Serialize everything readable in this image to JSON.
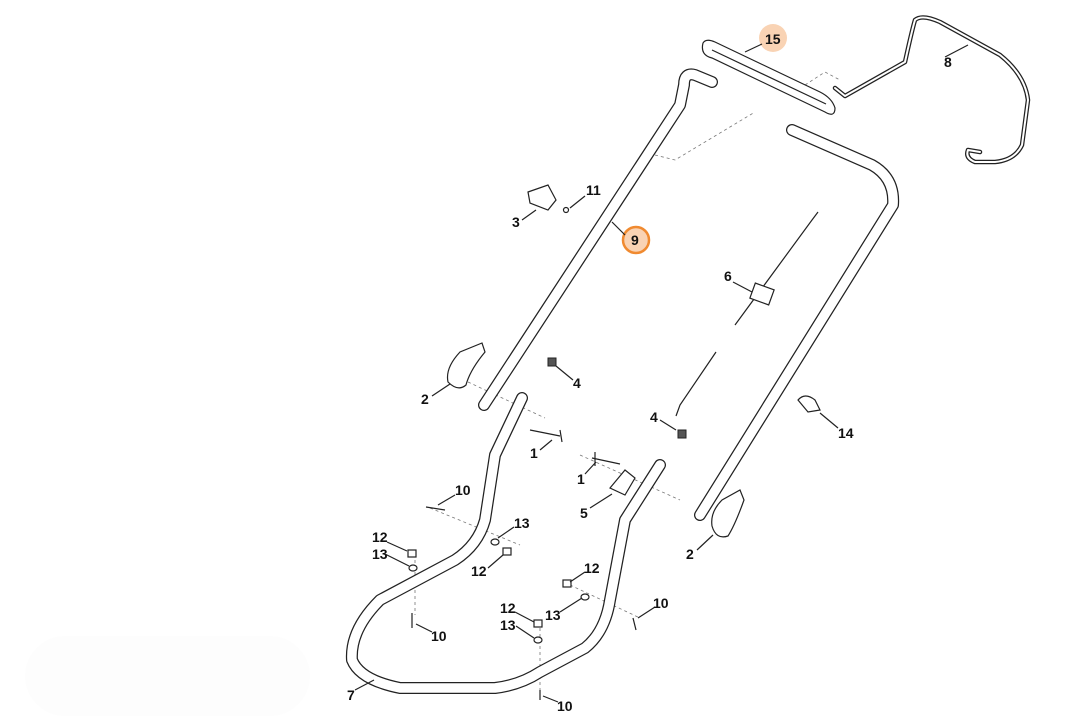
{
  "diagram": {
    "highlight_colors": {
      "light": "#f9d3b4",
      "ring": "#f08a30"
    },
    "callouts": [
      "15",
      "8",
      "11",
      "3",
      "9",
      "6",
      "2",
      "4",
      "14",
      "1",
      "4",
      "1",
      "10",
      "5",
      "13",
      "12",
      "13",
      "12",
      "2",
      "12",
      "13",
      "10",
      "12",
      "13",
      "10",
      "7",
      "10"
    ]
  }
}
